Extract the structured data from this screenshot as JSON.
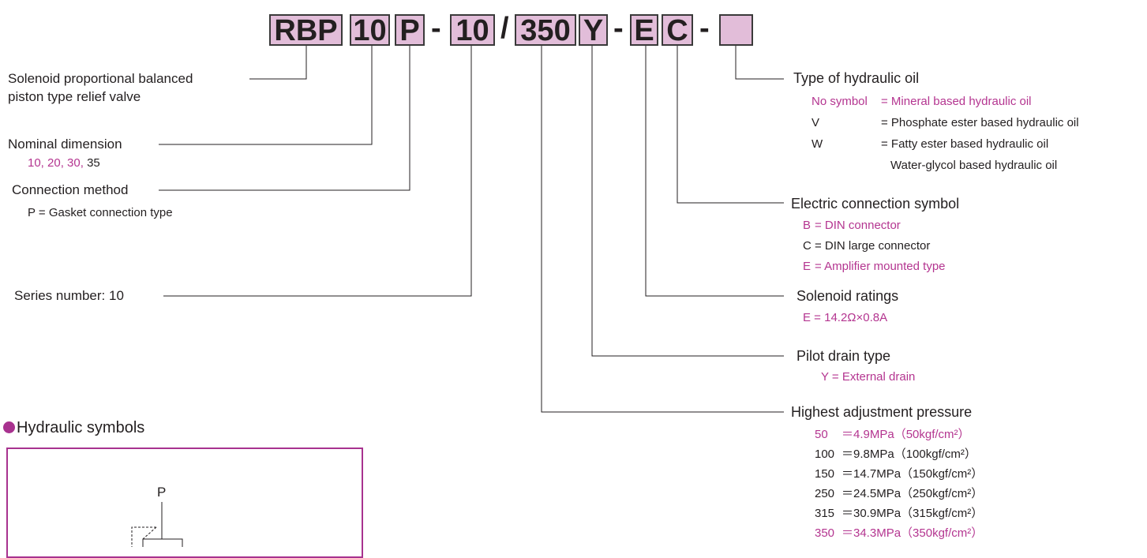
{
  "code": {
    "boxes": {
      "rbp": "RBP",
      "size": "10",
      "conn": "P",
      "series": "10",
      "pressure": "350",
      "drain": "Y",
      "rating": "E",
      "elec": "C",
      "oil": ""
    },
    "separators": {
      "dash1": "-",
      "slash": "/",
      "dash2": "-",
      "dash3": "-"
    }
  },
  "left": {
    "valve_type": {
      "line1": "Solenoid proportional balanced",
      "line2": "piston type relief valve"
    },
    "nominal": {
      "label": "Nominal dimension",
      "sizes_colored": "10, 20, 30,",
      "size_plain": "35"
    },
    "connection": {
      "label": "Connection method",
      "option": "P = Gasket connection type"
    },
    "series": {
      "label": "Series number: 10"
    }
  },
  "right": {
    "oil": {
      "label": "Type of hydraulic oil",
      "options": [
        {
          "code": "No symbol",
          "desc": "= Mineral based hydraulic oil"
        },
        {
          "code": "V",
          "desc": "= Phosphate ester based hydraulic oil"
        },
        {
          "code": "W",
          "desc": "= Fatty ester based hydraulic oil"
        }
      ],
      "extra": "Water-glycol based hydraulic oil"
    },
    "electric": {
      "label": "Electric connection symbol",
      "options": [
        {
          "code": "B",
          "desc": "=  DIN connector"
        },
        {
          "code": "C",
          "desc": "=  DIN large connector"
        },
        {
          "code": "E",
          "desc": "=  Amplifier mounted type"
        }
      ]
    },
    "rating": {
      "label": "Solenoid ratings",
      "option": "E  =  14.2Ω×0.8A"
    },
    "drain": {
      "label": "Pilot drain type",
      "option": "Y  =  External drain"
    },
    "pressure": {
      "label": "Highest adjustment pressure",
      "options": [
        {
          "code": "50",
          "desc": "＝4.9MPa（50kgf/cm²）"
        },
        {
          "code": "100",
          "desc": "＝9.8MPa（100kgf/cm²）"
        },
        {
          "code": "150",
          "desc": "＝14.7MPa（150kgf/cm²）"
        },
        {
          "code": "250",
          "desc": "＝24.5MPa（250kgf/cm²）"
        },
        {
          "code": "315",
          "desc": "＝30.9MPa（315kgf/cm²）"
        },
        {
          "code": "350",
          "desc": "＝34.3MPa（350kgf/cm²）"
        }
      ]
    }
  },
  "symbols": {
    "title": "Hydraulic symbols",
    "port_p": "P"
  },
  "colors": {
    "accent": "#b43590",
    "box_fill": "#e2bdd9",
    "frame": "#a8328f"
  }
}
